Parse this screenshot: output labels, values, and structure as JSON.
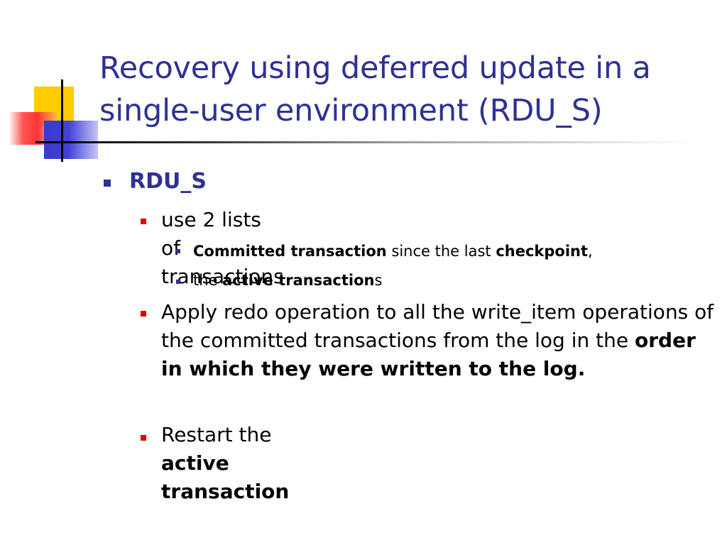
{
  "slide": {
    "title": "Recovery using deferred update in a single-user environment (RDU_S)",
    "l1": "RDU_S",
    "lists_item": "use 2 lists of transactions",
    "committed": {
      "bold1": "Committed transaction",
      "mid": " since the last ",
      "bold2": "checkpoint",
      "tail": ","
    },
    "active": {
      "pre": "the ",
      "bold": "active transaction",
      "tail": "s"
    },
    "apply": {
      "pre": "Apply redo operation to all the write_item operations of the committed transactions from the log in the ",
      "bold": "order in which they were written to the log."
    },
    "restart": {
      "pre": "Restart the ",
      "bold": "active transaction"
    }
  },
  "colors": {
    "title": "#2e3192",
    "l1_bullet": "#2e3192",
    "l2_bullet": "#dd0000",
    "l3_bullet": "#2e3192"
  }
}
